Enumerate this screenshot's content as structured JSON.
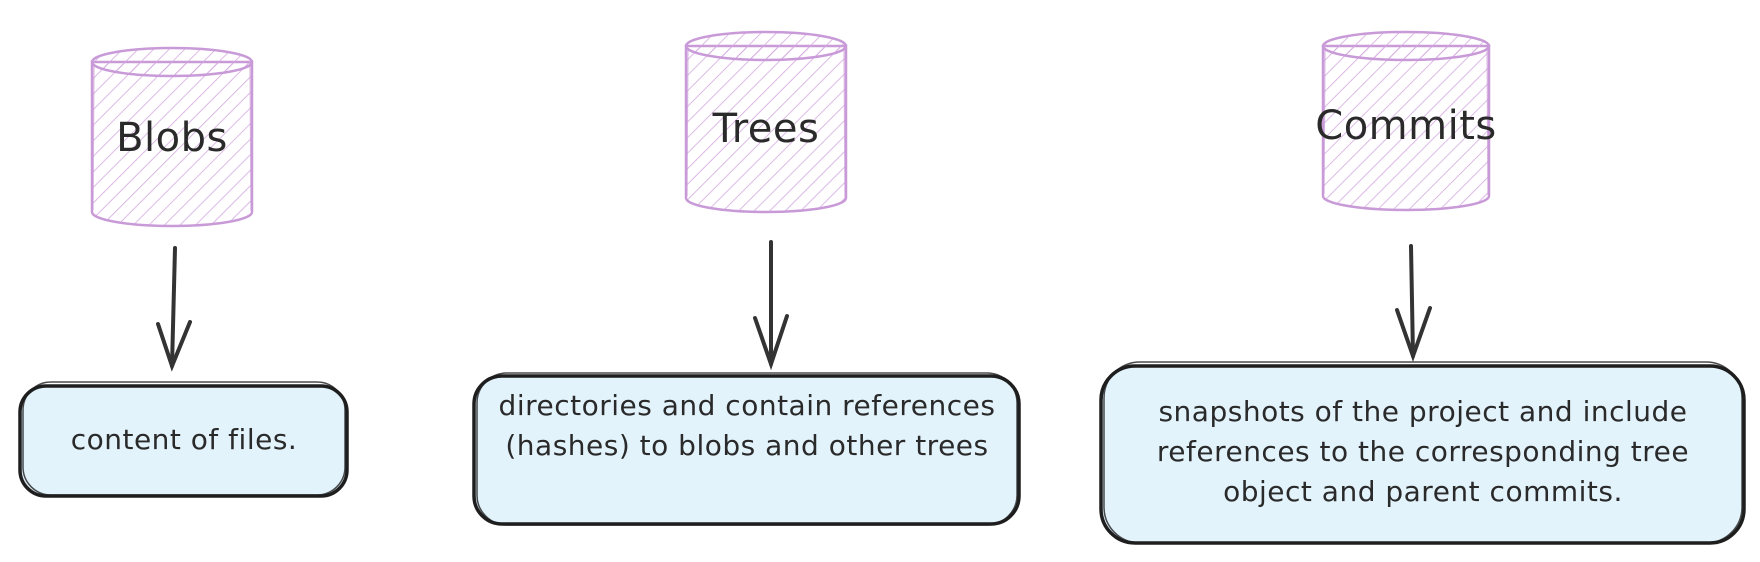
{
  "colors": {
    "cylinder_stroke": "#c99ad8",
    "cylinder_hatch": "#d4a9e0",
    "box_fill": "#e3f3fc",
    "box_stroke": "#1e1e1e",
    "arrow": "#333333",
    "text": "#2a2a2a"
  },
  "nodes": [
    {
      "id": "blobs",
      "title": "Blobs",
      "description": "content of files."
    },
    {
      "id": "trees",
      "title": "Trees",
      "description": "directories and contain references (hashes) to blobs and other trees"
    },
    {
      "id": "commits",
      "title": "Commits",
      "description": "snapshots of the project and include references to the corresponding tree object and parent commits."
    }
  ],
  "edges": [
    {
      "from": "blobs",
      "to": "blobs-description"
    },
    {
      "from": "trees",
      "to": "trees-description"
    },
    {
      "from": "commits",
      "to": "commits-description"
    }
  ]
}
